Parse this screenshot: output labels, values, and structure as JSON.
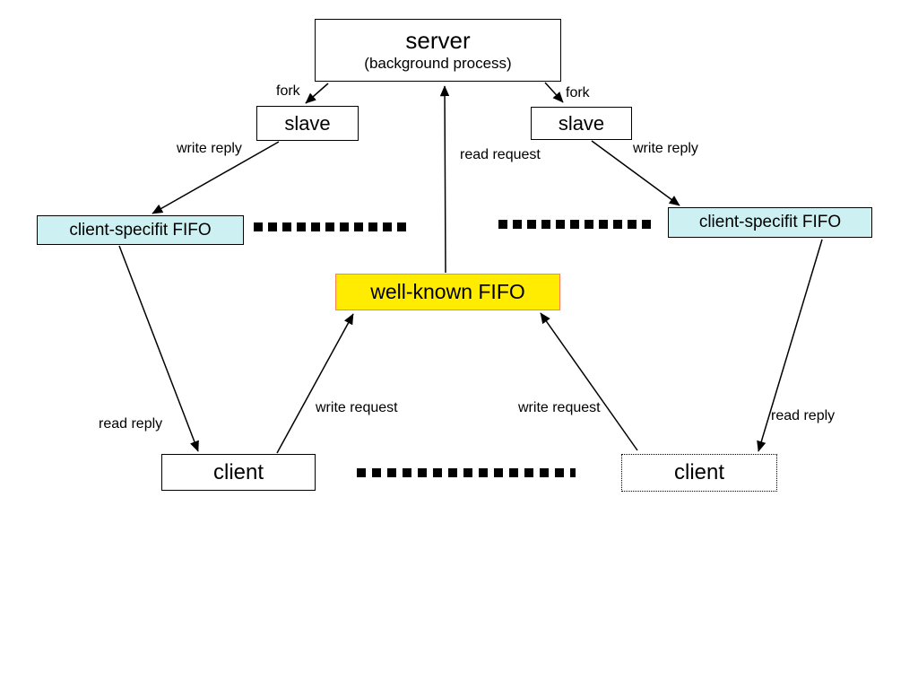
{
  "diagram": {
    "nodes": {
      "server": {
        "title": "server",
        "subtitle": "(background process)"
      },
      "slave_left": {
        "label": "slave"
      },
      "slave_right": {
        "label": "slave"
      },
      "fifo_left": {
        "label": "client-specifit FIFO"
      },
      "fifo_right": {
        "label": "client-specifit FIFO"
      },
      "well_known_fifo": {
        "label": "well-known FIFO"
      },
      "client_left": {
        "label": "client"
      },
      "client_right": {
        "label": "client"
      }
    },
    "edge_labels": {
      "fork_left": "fork",
      "fork_right": "fork",
      "write_reply_left": "write reply",
      "write_reply_right": "write reply",
      "read_request": "read request",
      "read_reply_left": "read reply",
      "read_reply_right": "read reply",
      "write_request_left": "write request",
      "write_request_right": "write request"
    },
    "colors": {
      "fifo_fill": "#cdf1f3",
      "well_known_fill": "#ffec00",
      "well_known_border": "#ff8057",
      "line_color": "#000000",
      "background": "#ffffff"
    }
  }
}
